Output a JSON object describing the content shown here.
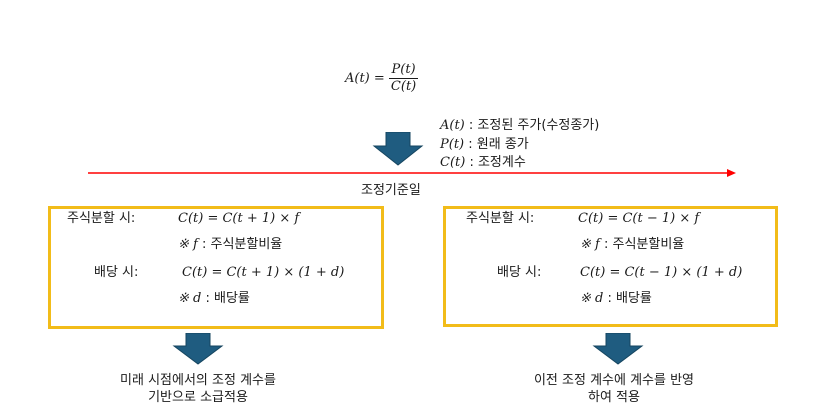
{
  "formula": {
    "lhs": "A(t) =",
    "numerator": "P(t)",
    "denominator": "C(t)"
  },
  "legend": [
    {
      "symbol": "A(t)",
      "text": " : 조정된 주가(수정종가)"
    },
    {
      "symbol": "P(t)",
      "text": " : 원래 종가"
    },
    {
      "symbol": "C(t)",
      "text": " : 조정계수"
    }
  ],
  "timeline": {
    "label": "조정기준일",
    "color": "#ff0000"
  },
  "left_box": {
    "split_label": "주식분할 시:",
    "split_formula": "C(t) = C(t + 1) × f",
    "split_note_symbol": "※ f",
    "split_note_text": " : 주식분할비율",
    "dividend_label": "배당 시:",
    "dividend_formula": "C(t) = C(t + 1) × (1 + d)",
    "dividend_note_symbol": "※ d",
    "dividend_note_text": " : 배당률"
  },
  "right_box": {
    "split_label": "주식분할 시:",
    "split_formula": "C(t) = C(t − 1) × f",
    "split_note_symbol": "※ f",
    "split_note_text": " : 주식분할비율",
    "dividend_label": "배당 시:",
    "dividend_formula": "C(t) = C(t − 1) × (1 + d)",
    "dividend_note_symbol": "※ d",
    "dividend_note_text": " : 배당률"
  },
  "left_caption": {
    "line1": "미래 시점에서의 조정 계수를",
    "line2": "기반으로 소급적용"
  },
  "right_caption": {
    "line1": "이전 조정 계수에 계수를 반영",
    "line2": "하여 적용"
  },
  "colors": {
    "box_border": "#f2bc19",
    "arrow_fill": "#1f5c80",
    "timeline": "#ff0000"
  }
}
